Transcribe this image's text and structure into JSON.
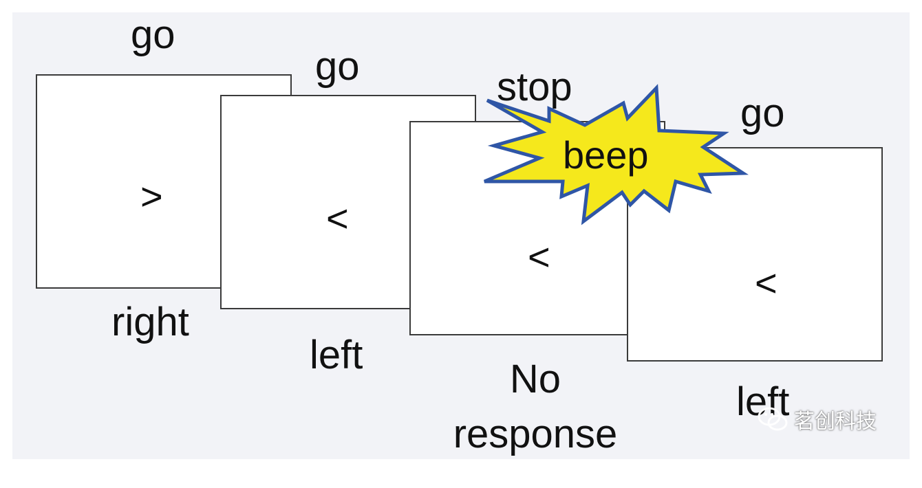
{
  "cards": [
    {
      "symbol": ">",
      "cue": "go",
      "response": "right"
    },
    {
      "symbol": "<",
      "cue": "go",
      "response": "left"
    },
    {
      "symbol": "<",
      "cue": "stop",
      "response": "No response"
    },
    {
      "symbol": "<",
      "cue": "go",
      "response": "left"
    }
  ],
  "signal": {
    "text": "beep"
  },
  "watermark": {
    "text": "茗创科技",
    "icon": "wechat-icon"
  },
  "colors": {
    "background": "#f2f3f7",
    "card_fill": "#ffffff",
    "card_border": "#3a3a3a",
    "burst_fill": "#f5e81c",
    "burst_stroke": "#2f56a6",
    "text": "#111111"
  }
}
